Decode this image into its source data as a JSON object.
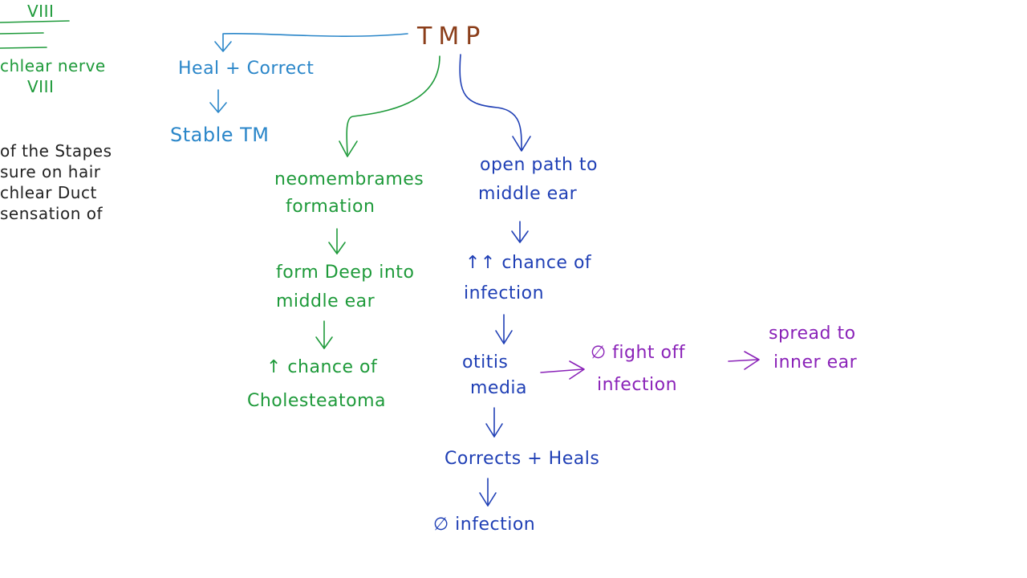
{
  "colors": {
    "root": "#8b3e1a",
    "light_blue": "#2a86c9",
    "green": "#1e9a3a",
    "dark_blue": "#1f3fb5",
    "purple": "#8a22b8",
    "black": "#222222"
  },
  "root": {
    "label": "TMP"
  },
  "left_branch": {
    "step1": "Heal + Correct",
    "step2": "Stable TM"
  },
  "middle_branch": {
    "step1_line1": "neomembrames",
    "step1_line2": "formation",
    "step2_line1": "form Deep into",
    "step2_line2": "middle ear",
    "step3_line1": "↑ chance of",
    "step3_line2": "Cholesteatoma"
  },
  "right_branch": {
    "step1_line1": "open path to",
    "step1_line2": "middle ear",
    "step2_line1": "↑↑ chance of",
    "step2_line2": "infection",
    "step3_line1": "otitis",
    "step3_line2": "media",
    "step4": "Corrects + Heals",
    "step5": "∅ infection"
  },
  "side_branch": {
    "step1_line1": "∅ fight off",
    "step1_line2": "infection",
    "step2_line1": "spread to",
    "step2_line2": "inner ear"
  },
  "offscreen_left": {
    "green_top": "VIII",
    "green_line1": "chlear nerve",
    "green_line2": "VIII",
    "black_line1": "of the Stapes",
    "black_line2": "sure on hair",
    "black_line3": "chlear Duct",
    "black_line4": "sensation of"
  }
}
